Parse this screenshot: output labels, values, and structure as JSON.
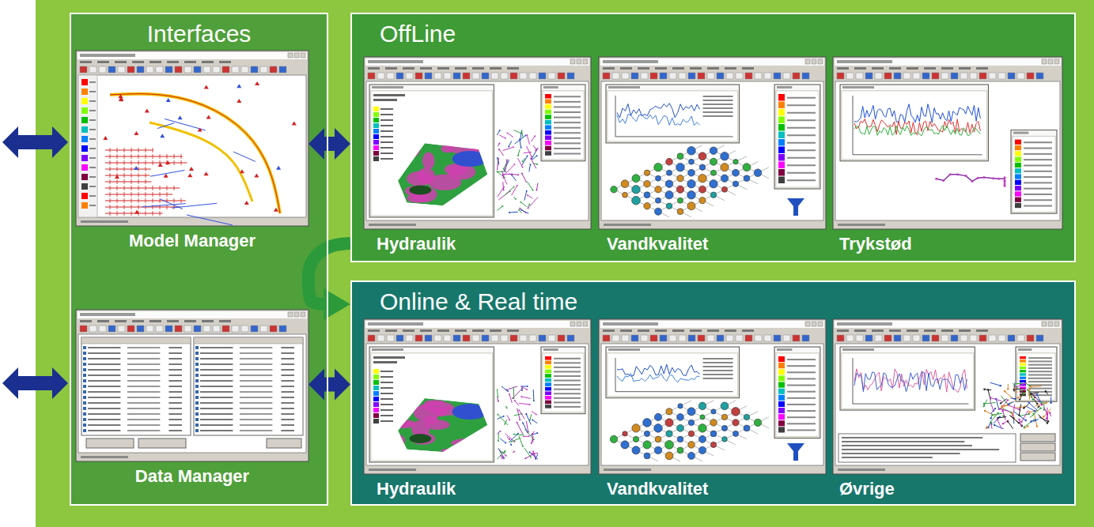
{
  "diagram": {
    "nodes": [
      {
        "text": [
          "Interfaces"
        ]
      },
      {
        "text": [
          "Model Manager"
        ],
        "in": 0
      },
      {
        "text": [
          "Data Manager"
        ],
        "in": 0
      },
      {
        "text": [
          "OffLine"
        ]
      },
      {
        "text": [
          "Hydraulik"
        ],
        "in": 3
      },
      {
        "text": [
          "Vandkvalitet"
        ],
        "in": 3
      },
      {
        "text": [
          "Trykstød"
        ],
        "in": 3
      },
      {
        "text": [
          "Online & Real time"
        ]
      },
      {
        "text": [
          "Hydraulik"
        ],
        "in": 7
      },
      {
        "text": [
          "Vandkvalitet"
        ],
        "in": 7
      },
      {
        "text": [
          "Øvrige"
        ],
        "in": 7
      }
    ],
    "edges": [
      {
        "from": 1,
        "to": 3,
        "arrow": "both"
      },
      {
        "from": 2,
        "to": 7,
        "arrow": "both"
      },
      {
        "from": 3,
        "to": 7,
        "arrow": "to"
      }
    ]
  }
}
